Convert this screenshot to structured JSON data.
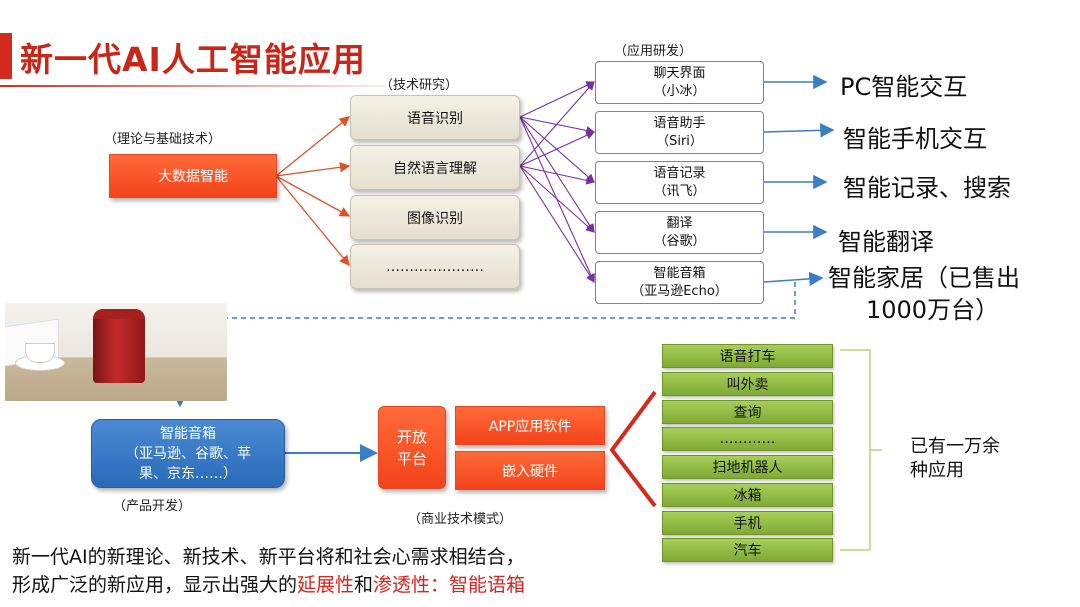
{
  "title": "新一代AI人工智能应用",
  "captions": {
    "theory": "（理论与基础技术）",
    "tech_research": "（技术研究）",
    "app_dev": "（应用研发）",
    "product_dev": "（产品开发）",
    "business_model": "（商业技术模式）"
  },
  "bigdata": "大数据智能",
  "tech": [
    "语音识别",
    "自然语言理解",
    "图像识别",
    "…………………"
  ],
  "apps": [
    {
      "line1": "聊天界面",
      "line2": "（小冰）"
    },
    {
      "line1": "语音助手",
      "line2": "（Siri）"
    },
    {
      "line1": "语音记录",
      "line2": "（讯飞）"
    },
    {
      "line1": "翻译",
      "line2": "（谷歌）"
    },
    {
      "line1": "智能音箱",
      "line2": "（亚马逊Echo）"
    }
  ],
  "results": [
    "PC智能交互",
    "智能手机交互",
    "智能记录、搜索",
    "智能翻译",
    "智能家居（已售出",
    "1000万台）"
  ],
  "product": {
    "line1": "智能音箱",
    "line2": "（亚马逊、谷歌、苹",
    "line3": "果、京东……）"
  },
  "platform": {
    "line1": "开放",
    "line2": "平台"
  },
  "software": [
    "APP应用软件",
    "嵌入硬件"
  ],
  "applications": [
    "语音打车",
    "叫外卖",
    "查询",
    "…………",
    "扫地机器人",
    "冰箱",
    "手机",
    "汽车"
  ],
  "summary": {
    "line1": "已有一万余",
    "line2": "种应用"
  },
  "bottom": {
    "line1": "新一代AI的新理论、新技术、新平台将和社会心需求相结合，",
    "line2_pre": "形成广泛的新应用，显示出强大的",
    "hl1": "延展性",
    "and": "和",
    "hl2": "渗透性：智能语箱"
  },
  "colors": {
    "accent": "#d42a1e",
    "arrow_red": "#e0502a",
    "arrow_purple": "#7a2fa0",
    "arrow_blue": "#3a7fc4",
    "green": "#8cb842"
  }
}
